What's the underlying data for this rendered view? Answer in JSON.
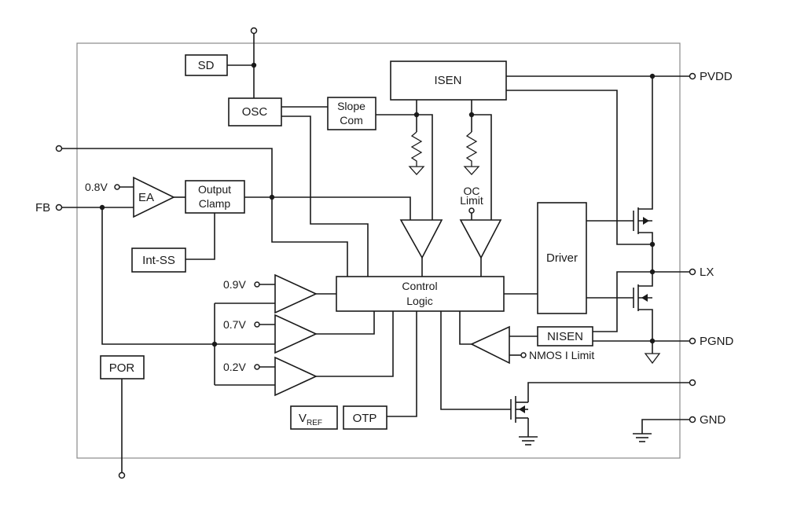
{
  "blocks": {
    "sd": "SD",
    "osc": "OSC",
    "slope_line1": "Slope",
    "slope_line2": "Com",
    "isen": "ISEN",
    "ea": "EA",
    "output_clamp_line1": "Output",
    "output_clamp_line2": "Clamp",
    "int_ss": "Int-SS",
    "driver": "Driver",
    "control_line1": "Control",
    "control_line2": "Logic",
    "nisen": "NISEN",
    "por": "POR",
    "vref_main": "V",
    "vref_sub": "REF",
    "otp": "OTP"
  },
  "labels": {
    "v08": "0.8V",
    "v09": "0.9V",
    "v07": "0.7V",
    "v02": "0.2V",
    "oc_line1": "OC",
    "oc_line2": "Limit",
    "nmos_limit": "NMOS I Limit"
  },
  "pins": {
    "fb": "FB",
    "pvdd": "PVDD",
    "lx": "LX",
    "pgnd": "PGND",
    "gnd": "GND"
  }
}
